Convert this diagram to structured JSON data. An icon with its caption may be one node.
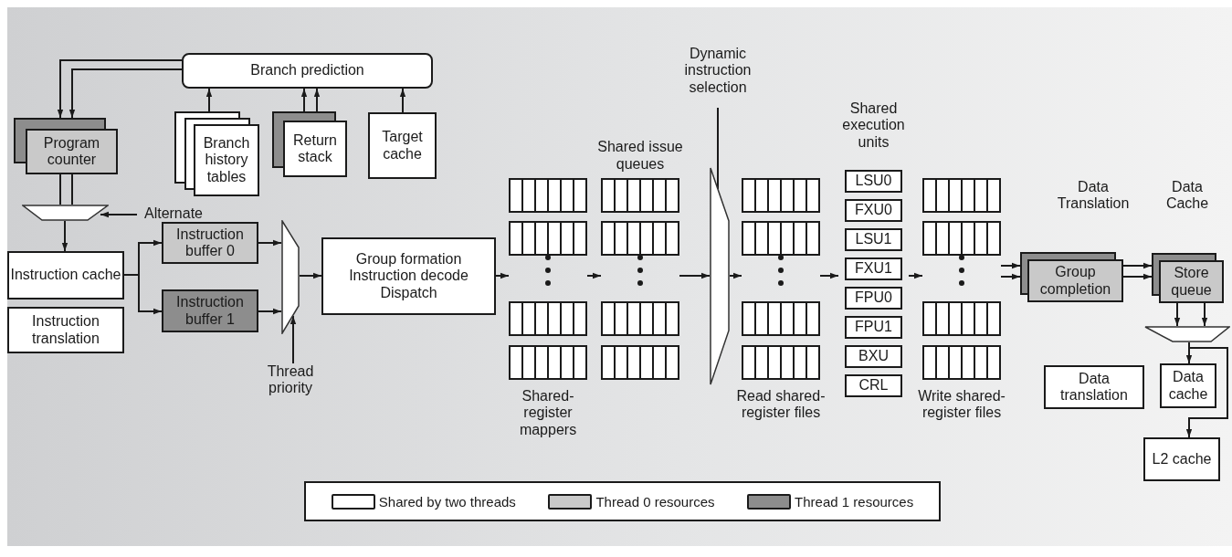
{
  "diagram": {
    "nodes": [
      {
        "text": [
          "Branch prediction"
        ]
      },
      {
        "text": [
          "Program counter"
        ]
      },
      {
        "text": [
          "Branch history tables"
        ]
      },
      {
        "text": [
          "Return stack"
        ]
      },
      {
        "text": [
          "Target cache"
        ]
      },
      {
        "text": [],
        "shape": "trapezoid"
      },
      {
        "text": [
          "Instruction cache"
        ]
      },
      {
        "text": [
          "Instruction translation"
        ]
      },
      {
        "text": [
          "Instruction buffer 0"
        ]
      },
      {
        "text": [
          "Instruction buffer 1"
        ]
      },
      {
        "text": [],
        "shape": "trapezoid"
      },
      {
        "text": [
          "Group formation",
          "Instruction decode",
          "Dispatch"
        ]
      },
      {
        "text": [
          "Shared-register mappers"
        ]
      },
      {
        "text": [
          "Shared issue queues"
        ]
      },
      {
        "text": [
          "Dynamic instruction selection"
        ]
      },
      {
        "text": [],
        "shape": "trapezoid"
      },
      {
        "text": [
          "Read shared-register files"
        ]
      },
      {
        "text": [
          "Shared execution units"
        ]
      },
      {
        "text": [
          "LSU0"
        ],
        "in": 17
      },
      {
        "text": [
          "FXU0"
        ],
        "in": 17
      },
      {
        "text": [
          "LSU1"
        ],
        "in": 17
      },
      {
        "text": [
          "FXU1"
        ],
        "in": 17
      },
      {
        "text": [
          "FPU0"
        ],
        "in": 17
      },
      {
        "text": [
          "FPU1"
        ],
        "in": 17
      },
      {
        "text": [
          "BXU"
        ],
        "in": 17
      },
      {
        "text": [
          "CRL"
        ],
        "in": 17
      },
      {
        "text": [
          "Write shared-register files"
        ]
      },
      {
        "text": [
          "Group completion"
        ]
      },
      {
        "text": [
          "Store queue"
        ]
      },
      {
        "text": [],
        "shape": "trapezoid"
      },
      {
        "text": [
          "Data translation"
        ]
      },
      {
        "text": [
          "Data cache"
        ]
      },
      {
        "text": [
          "L2 cache"
        ]
      },
      {
        "text": [
          "Alternate"
        ]
      },
      {
        "text": [
          "Thread priority"
        ]
      }
    ],
    "edges": [
      {
        "from": 0,
        "to": 1,
        "arrow": "to"
      },
      {
        "from": 0,
        "to": 1,
        "arrow": "to"
      },
      {
        "from": 2,
        "to": 0,
        "arrow": "to"
      },
      {
        "from": 3,
        "to": 0,
        "arrow": "to"
      },
      {
        "from": 3,
        "to": 0,
        "arrow": "to"
      },
      {
        "from": 4,
        "to": 0,
        "arrow": "to"
      },
      {
        "from": 1,
        "to": 5,
        "arrow": "none"
      },
      {
        "from": 1,
        "to": 5,
        "arrow": "none"
      },
      {
        "from": 33,
        "to": 5,
        "arrow": "to"
      },
      {
        "from": 5,
        "to": 6,
        "arrow": "to"
      },
      {
        "from": 6,
        "to": 8,
        "arrow": "to"
      },
      {
        "from": 6,
        "to": 9,
        "arrow": "to"
      },
      {
        "from": 8,
        "to": 10,
        "arrow": "to"
      },
      {
        "from": 9,
        "to": 10,
        "arrow": "to"
      },
      {
        "from": 34,
        "to": 10,
        "arrow": "to"
      },
      {
        "from": 10,
        "to": 11,
        "arrow": "to"
      },
      {
        "from": 11,
        "to": 12,
        "arrow": "to"
      },
      {
        "from": 12,
        "to": 13,
        "arrow": "to"
      },
      {
        "from": 13,
        "to": 15,
        "arrow": "to"
      },
      {
        "from": 14,
        "to": 15,
        "arrow": "none"
      },
      {
        "from": 15,
        "to": 16,
        "arrow": "to"
      },
      {
        "from": 16,
        "to": 17,
        "arrow": "to"
      },
      {
        "from": 17,
        "to": 26,
        "arrow": "to"
      },
      {
        "from": 26,
        "to": 27,
        "arrow": "to"
      },
      {
        "from": 26,
        "to": 27,
        "arrow": "to"
      },
      {
        "from": 27,
        "to": 28,
        "arrow": "to"
      },
      {
        "from": 27,
        "to": 28,
        "arrow": "to"
      },
      {
        "from": 28,
        "to": 29,
        "arrow": "to"
      },
      {
        "from": 28,
        "to": 29,
        "arrow": "to"
      },
      {
        "from": 29,
        "to": 31,
        "arrow": "to"
      },
      {
        "from": 29,
        "to": 32,
        "arrow": "to"
      }
    ],
    "labels": [
      "Data Translation",
      "Data Cache"
    ],
    "legend": [
      {
        "text": "Shared by two threads",
        "color": "#ffffff"
      },
      {
        "text": "Thread 0 resources",
        "color": "#c9c9c9"
      },
      {
        "text": "Thread 1 resources",
        "color": "#8d8d8d"
      }
    ]
  }
}
